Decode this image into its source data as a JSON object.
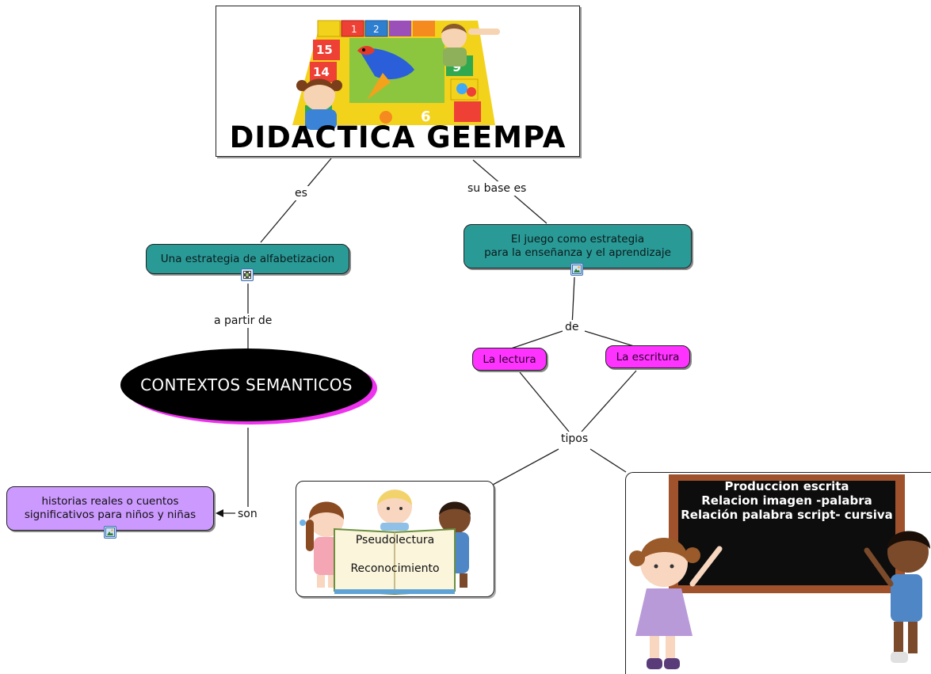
{
  "title": "DIDACTICA GEEMPA",
  "links": {
    "es": "es",
    "su_base_es": "su base es",
    "a_partir_de": "a partir de",
    "de": "de",
    "tipos": "tipos",
    "son": "son"
  },
  "nodes": {
    "estrategia": "Una estrategia de alfabetizacion",
    "juego_line1": "El juego como estrategia",
    "juego_line2": "para la enseñanza y el aprendizaje",
    "contextos": "CONTEXTOS SEMANTICOS",
    "historias_line1": "historias reales o cuentos",
    "historias_line2": "significativos para niños y niñas",
    "lectura": "La lectura",
    "escritura": "La escritura"
  },
  "reading_panel": {
    "line1": "Pseudolectura",
    "line2": "Reconocimiento"
  },
  "writing_panel": {
    "line1": "Produccion escrita",
    "line2": "Relacion imagen -palabra",
    "line3": "Relación palabra script- cursiva"
  },
  "hopscotch_numbers": [
    "1",
    "2",
    "15",
    "14",
    "9",
    "2",
    "6"
  ],
  "colors": {
    "teal": "#2a9a97",
    "magenta": "#ff33ff",
    "lavender": "#cc99ff",
    "ellipse": "#000000",
    "ellipse_shadow": "#ee33ee",
    "chalkboard": "#111111",
    "board_frame": "#a0522d"
  }
}
